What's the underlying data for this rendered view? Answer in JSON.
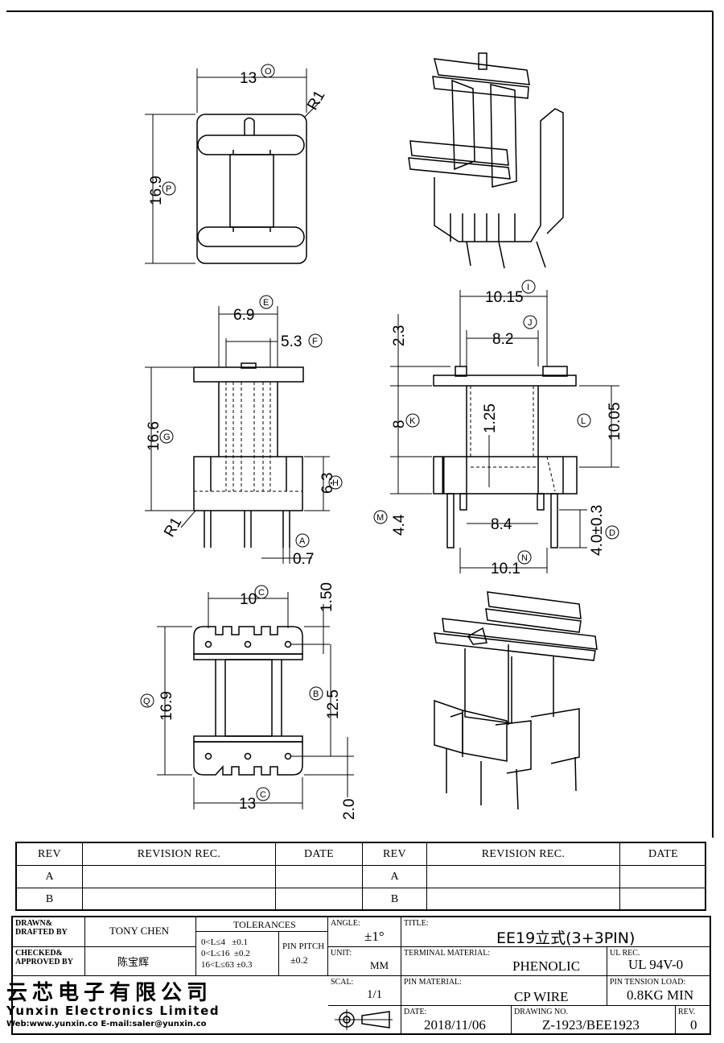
{
  "dimensions": {
    "top_width": "13",
    "top_width_ref": "O",
    "top_height": "16.9",
    "top_height_ref": "P",
    "corner_r_top": "R1",
    "front_e": "6.9",
    "front_e_ref": "E",
    "front_f": "5.3",
    "front_f_ref": "F",
    "front_height": "16.6",
    "front_height_ref": "G",
    "front_base": "6.3",
    "front_base_ref": "H",
    "front_r": "R1",
    "pin_dia": "0.7",
    "pin_dia_ref": "A",
    "side_width": "10.15",
    "side_width_ref": "I",
    "side_inner": "8.2",
    "side_inner_ref": "J",
    "side_flange": "2.3",
    "side_k": "8",
    "side_k_ref": "K",
    "side_wall": "1.25",
    "side_l": "10.05",
    "side_l_ref": "L",
    "side_m": "4.4",
    "side_m_ref": "M",
    "side_pin_span": "8.4",
    "side_pin_len": "4.0±0.3",
    "side_pin_len_ref": "D",
    "side_bottom": "10.1",
    "side_bottom_ref": "N",
    "bot_pitch": "10",
    "bot_pitch_ref": "C",
    "bot_offset": "1.50",
    "bot_height": "16.9",
    "bot_height_ref": "Q",
    "bot_row_span": "12.5",
    "bot_row_span_ref": "B",
    "bot_width": "13",
    "bot_width_ref": "C",
    "bot_edge": "2.0"
  },
  "revision_table": {
    "headers": [
      "REV",
      "REVISION REC.",
      "DATE",
      "REV",
      "REVISION REC.",
      "DATE"
    ],
    "rows": [
      [
        "A",
        "",
        "",
        "A",
        "",
        ""
      ],
      [
        "B",
        "",
        "",
        "B",
        "",
        ""
      ]
    ]
  },
  "title_block": {
    "drawn_label": "DRAWN&\nDRAFTED BY",
    "drawn_value": "TONY CHEN",
    "checked_label": "CHECKED&\nAPPROVED BY",
    "checked_value": "陈宝辉",
    "tolerances_label": "TOLERANCES",
    "tol_rows": [
      {
        "range": "0<L≤4",
        "tol": "±0.1"
      },
      {
        "range": "0<L≤16",
        "tol": "±0.2"
      },
      {
        "range": "16<L≤63",
        "tol": "±0.3"
      }
    ],
    "pin_pitch_label": "PIN PITCH",
    "pin_pitch_value": "±0.2",
    "angle_label": "ANGLE:",
    "angle_value": "±1°",
    "unit_label": "UNIT:",
    "unit_value": "MM",
    "scale_label": "SCAL:",
    "scale_value": "1/1",
    "title_label": "TITLE:",
    "title_value": "EE19立式(3+3PIN)",
    "terminal_label": "TERMINAL MATERIAL:",
    "terminal_value": "PHENOLIC",
    "ul_label": "UL REC.",
    "ul_value": "UL 94V-0",
    "pin_material_label": "PIN MATERIAL:",
    "pin_material_value": "CP WIRE",
    "tension_label": "PIN TENSION LOAD:",
    "tension_value": "0.8KG MIN",
    "date_label": "DATE:",
    "date_value": "2018/11/06",
    "drawing_label": "DRAWING NO.",
    "drawing_value": "Z-1923/BEE1923",
    "rev_label": "REV.",
    "rev_value": "0",
    "company_cn": "云芯电子有限公司",
    "company_en": "Yunxin Electronics Limited",
    "company_web": "Web:www.yunxin.co E-mail:saler@yunxin.co"
  }
}
